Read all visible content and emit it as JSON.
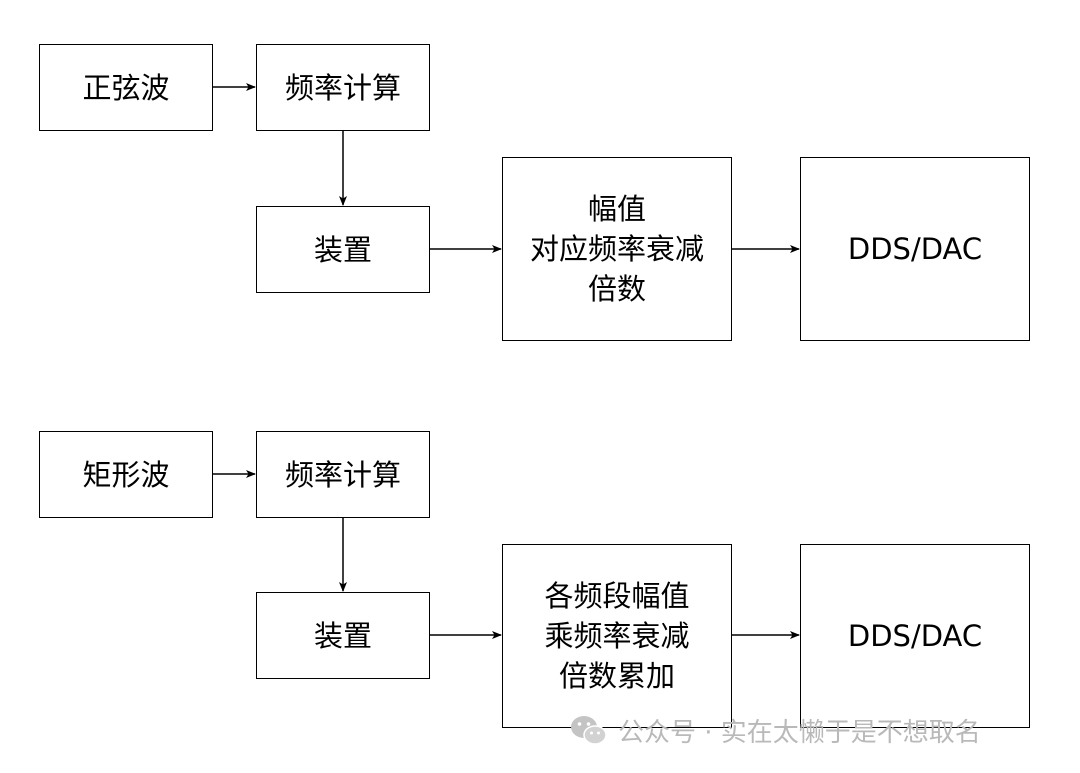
{
  "top": {
    "source": "正弦波",
    "freq_calc": "频率计算",
    "device": "装置",
    "process_lines": [
      "幅值",
      "对应频率衰减",
      "倍数"
    ],
    "output": "DDS/DAC"
  },
  "bottom": {
    "source": "矩形波",
    "freq_calc": "频率计算",
    "device": "装置",
    "process_lines": [
      "各频段幅值",
      "乘频率衰减",
      "倍数累加"
    ],
    "output": "DDS/DAC"
  },
  "watermark": {
    "text": "公众号 · 实在太懒于是不想取名",
    "icon": "wechat-icon"
  }
}
